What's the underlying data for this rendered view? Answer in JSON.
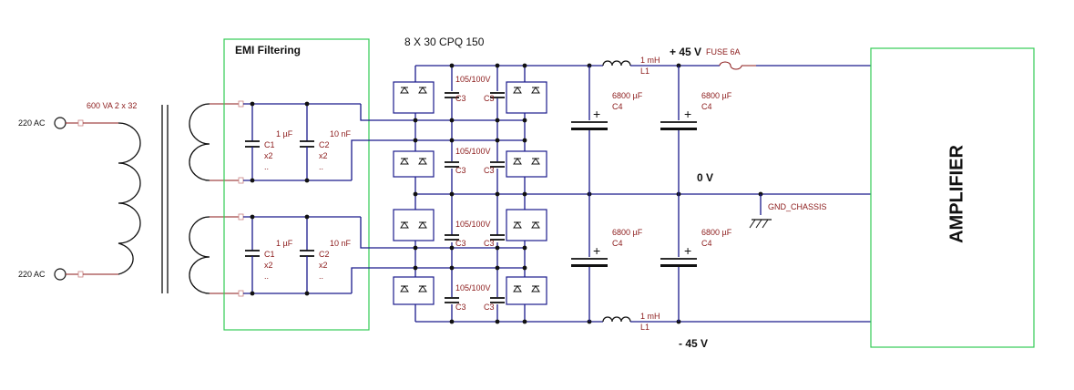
{
  "emi_box": {
    "title": "EMI Filtering"
  },
  "transformer": {
    "rating": "600 VA 2 x 32"
  },
  "inputs": {
    "top": "220 AC",
    "bottom": "220 AC"
  },
  "emi_caps": {
    "c1": {
      "value": "1 µF",
      "ref": "C1",
      "qty": "x2",
      "dots": ".."
    },
    "c2": {
      "value": "10 nF",
      "ref": "C2",
      "qty": "x2",
      "dots": ".."
    }
  },
  "bridges": {
    "title": "8 X 30 CPQ 150"
  },
  "snubber_cap": {
    "value": "105/100V",
    "ref": "C3"
  },
  "filter_cap": {
    "value": "6800 µF",
    "ref": "C4"
  },
  "inductor": {
    "value": "1 mH",
    "ref": "L1"
  },
  "rails": {
    "pos": "+ 45 V",
    "zero": "0 V",
    "neg": "- 45 V"
  },
  "fuse": {
    "label": "FUSE 6A"
  },
  "ground": {
    "label": "GND_CHASSIS"
  },
  "load": {
    "label": "AMPLIFIER"
  }
}
